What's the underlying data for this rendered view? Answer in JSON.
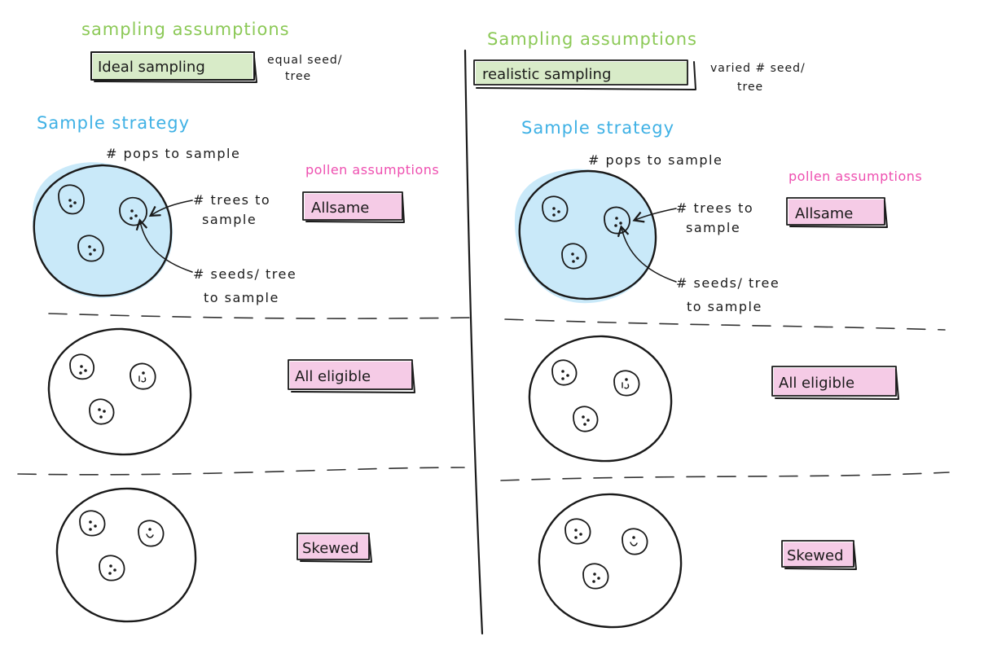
{
  "colors": {
    "sampling_green": "#8cc957",
    "strategy_blue": "#3fb1e5",
    "pollen_pink": "#ee4fb0",
    "sampling_box_fill": "#d8ebc8",
    "pollen_box_fill": "#f5cbe6",
    "population_fill": "#c9e9f9"
  },
  "left": {
    "sampling_heading": "sampling assumptions",
    "sampling_box": "Ideal sampling",
    "sampling_note_line1": "equal seed/",
    "sampling_note_line2": "tree",
    "strategy_heading": "Sample strategy",
    "pops_label": "# pops to sample",
    "trees_label_line1": "# trees to",
    "trees_label_line2": "sample",
    "seeds_label_line1": "# seeds/ tree",
    "seeds_label_line2": "to sample",
    "pollen_heading": "pollen assumptions",
    "pollen_boxes": [
      "Allsame",
      "All eligible",
      "Skewed"
    ]
  },
  "right": {
    "sampling_heading": "Sampling assumptions",
    "sampling_box": "realistic sampling",
    "sampling_note_line1": "varied # seed/",
    "sampling_note_line2": "tree",
    "strategy_heading": "Sample strategy",
    "pops_label": "# pops to sample",
    "trees_label_line1": "# trees to",
    "trees_label_line2": "sample",
    "seeds_label_line1": "# seeds/ tree",
    "seeds_label_line2": "to sample",
    "pollen_heading": "pollen assumptions",
    "pollen_boxes": [
      "Allsame",
      "All eligible",
      "Skewed"
    ]
  }
}
